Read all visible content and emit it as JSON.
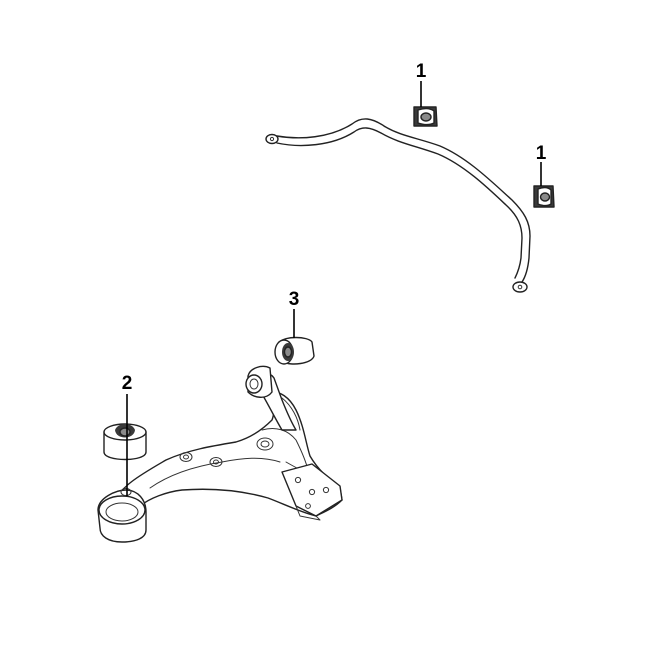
{
  "callouts": [
    {
      "id": "bushing-stabilizer-left",
      "label": "1"
    },
    {
      "id": "bushing-stabilizer-right",
      "label": "1"
    },
    {
      "id": "bushing-lower-arm-front",
      "label": "2"
    },
    {
      "id": "bushing-lower-arm-rear",
      "label": "3"
    }
  ],
  "colors": {
    "line": "#222222",
    "background": "#ffffff"
  }
}
